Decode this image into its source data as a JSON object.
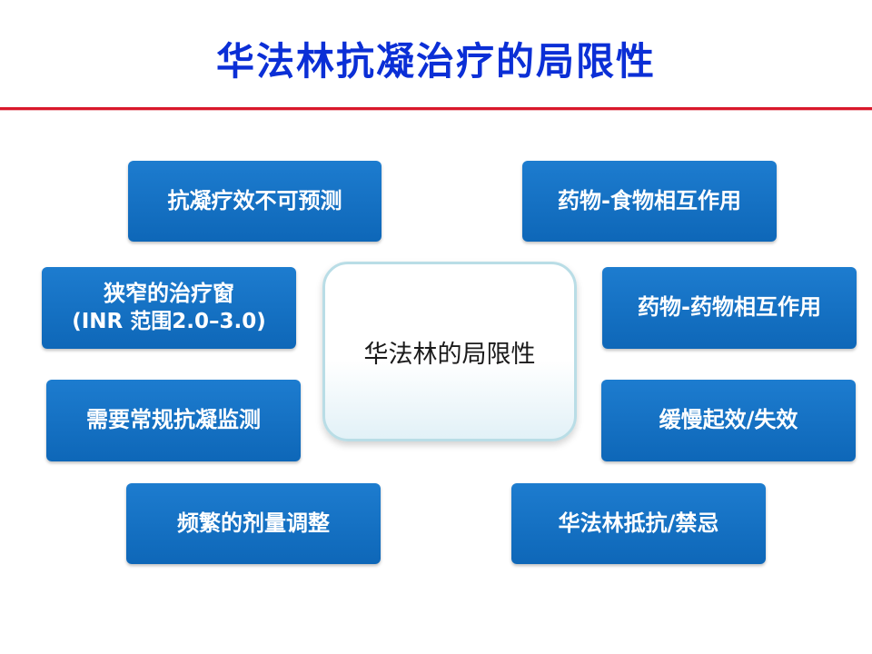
{
  "title": "华法林抗凝治疗的局限性",
  "center": {
    "label": "华法林的局限性"
  },
  "left_items": [
    {
      "label": "抗凝疗效不可预测"
    },
    {
      "line1": "狭窄的治疗窗",
      "line2": "(INR 范围2.0–3.0)"
    },
    {
      "label": "需要常规抗凝监测"
    },
    {
      "label": "频繁的剂量调整"
    }
  ],
  "right_items": [
    {
      "label": "药物-食物相互作用"
    },
    {
      "label": "药物-药物相互作用"
    },
    {
      "label": "缓慢起效/失效"
    },
    {
      "label": "华法林抵抗/禁忌"
    }
  ],
  "colors": {
    "title": "#0b2fd6",
    "rule": "#d9182b",
    "box": "#1472c4",
    "center_border": "#b9dde6"
  }
}
